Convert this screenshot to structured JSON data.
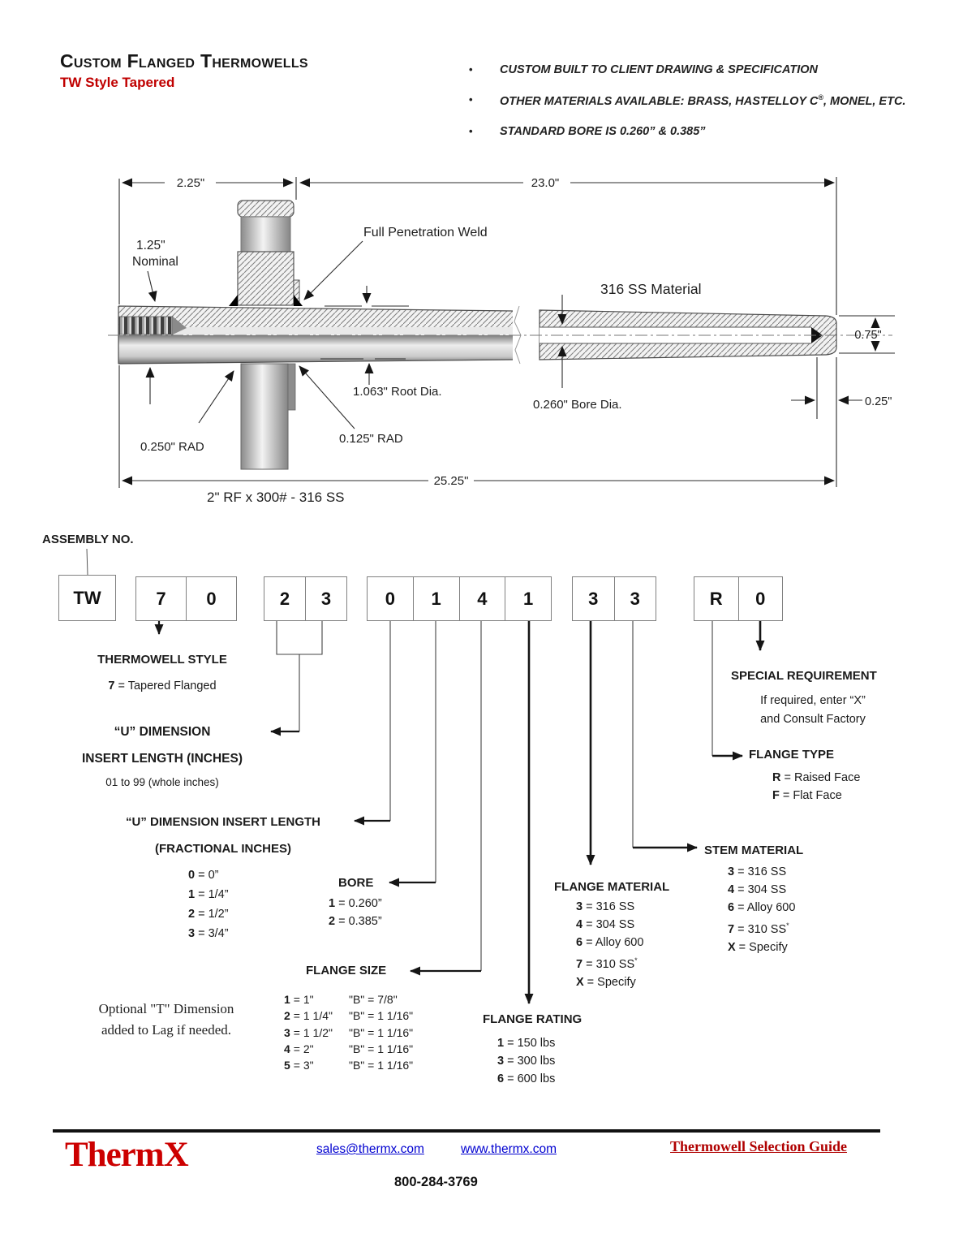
{
  "header": {
    "title": "Custom Flanged Thermowells",
    "subtitle": "TW Style  Tapered",
    "bullet1": "CUSTOM BUILT TO CLIENT DRAWING & SPECIFICATION",
    "bullet2a": "OTHER MATERIALS AVAILABLE: BRASS, HASTELLOY C",
    "bullet2sup": "®",
    "bullet2b": ", MONEL, ETC.",
    "bullet3": "STANDARD BORE IS 0.260” & 0.385”",
    "bullet_glyph": "•"
  },
  "drawing": {
    "dim_a": "2.25\"",
    "dim_b": "23.0\"",
    "nominal_1": "1.25\"",
    "nominal_2": "Nominal",
    "weld": "Full Penetration Weld",
    "material": "316 SS Material",
    "tip_od": "0.75\"",
    "bore_label": "0.260\" Bore Dia.",
    "root_label": "1.063\" Root Dia.",
    "rad_small": "0.125\" RAD",
    "rad_large": "0.250\" RAD",
    "lag_dim": "0.25\"",
    "overall": "25.25\"",
    "flange_label": "2\" RF x 300# - 316 SS"
  },
  "assembly": {
    "label": "ASSEMBLY NO.",
    "boxes": {
      "prefix": "TW",
      "b2": [
        "7",
        "0"
      ],
      "b3": [
        "2",
        "3"
      ],
      "b4": [
        "0",
        "1",
        "4",
        "1"
      ],
      "b5": [
        "3",
        "3"
      ],
      "b6": [
        "R",
        "0"
      ]
    },
    "style": {
      "title": "THERMOWELL STYLE",
      "item": {
        "k": "7",
        "r": "= Tapered Flanged"
      }
    },
    "u_whole": {
      "title1": "“U” DIMENSION",
      "title2": "INSERT LENGTH (INCHES)",
      "note": "01 to 99 (whole inches)"
    },
    "u_frac": {
      "title1": "“U” DIMENSION INSERT LENGTH",
      "title2": "(FRACTIONAL INCHES)",
      "items": [
        {
          "k": "0",
          "r": "= 0”"
        },
        {
          "k": "1",
          "r": "= 1/4”"
        },
        {
          "k": "2",
          "r": "= 1/2”"
        },
        {
          "k": "3",
          "r": "= 3/4”"
        }
      ]
    },
    "bore": {
      "title": "BORE",
      "items": [
        {
          "k": "1",
          "r": "= 0.260”"
        },
        {
          "k": "2",
          "r": "= 0.385”"
        }
      ]
    },
    "flange_size": {
      "title": "FLANGE SIZE",
      "rows": [
        {
          "k": "1",
          "l": "= 1\"",
          "c2": "\"B\" =  7/8\""
        },
        {
          "k": "2",
          "l": "= 1 1/4\"",
          "c2": "\"B\" = 1 1/16\""
        },
        {
          "k": "3",
          "l": "= 1 1/2\"",
          "c2": "\"B\" = 1 1/16\""
        },
        {
          "k": "4",
          "l": "= 2\"",
          "c2": "\"B\" = 1 1/16\""
        },
        {
          "k": "5",
          "l": "= 3\"",
          "c2": "\"B\" = 1 1/16\""
        }
      ]
    },
    "flange_rating": {
      "title": "FLANGE RATING",
      "items": [
        {
          "k": "1",
          "r": "= 150 lbs"
        },
        {
          "k": "3",
          "r": "= 300 lbs"
        },
        {
          "k": "6",
          "r": "= 600 lbs"
        }
      ]
    },
    "flange_material": {
      "title": "FLANGE MATERIAL",
      "items": [
        {
          "k": "3",
          "r": "= 316 SS"
        },
        {
          "k": "4",
          "r": "= 304 SS"
        },
        {
          "k": "6",
          "r": "= Alloy 600"
        },
        {
          "k": "7",
          "r": "= 310 SS",
          "sup": "*"
        },
        {
          "k": "X",
          "r": "= Specify"
        }
      ]
    },
    "stem_material": {
      "title": "STEM MATERIAL",
      "items": [
        {
          "k": "3",
          "r": "= 316 SS"
        },
        {
          "k": "4",
          "r": "= 304 SS"
        },
        {
          "k": "6",
          "r": "= Alloy 600"
        },
        {
          "k": "7",
          "r": "= 310 SS",
          "sup": "*"
        },
        {
          "k": "X",
          "r": "= Specify"
        }
      ]
    },
    "flange_type": {
      "title": "FLANGE TYPE",
      "items": [
        {
          "k": "R",
          "r": "= Raised Face"
        },
        {
          "k": "F",
          "r": "= Flat Face"
        }
      ]
    },
    "special": {
      "title": "SPECIAL REQUIREMENT",
      "line1": "If required, enter “X”",
      "line2": "and Consult Factory"
    },
    "note_line1": "Optional \"T\" Dimension",
    "note_line2": "added to Lag if needed."
  },
  "footer": {
    "brand": "ThermX",
    "email": "sales@thermx.com",
    "website": "www.thermx.com",
    "guide": "Thermowell Selection Guide",
    "phone": "800-284-3769"
  }
}
